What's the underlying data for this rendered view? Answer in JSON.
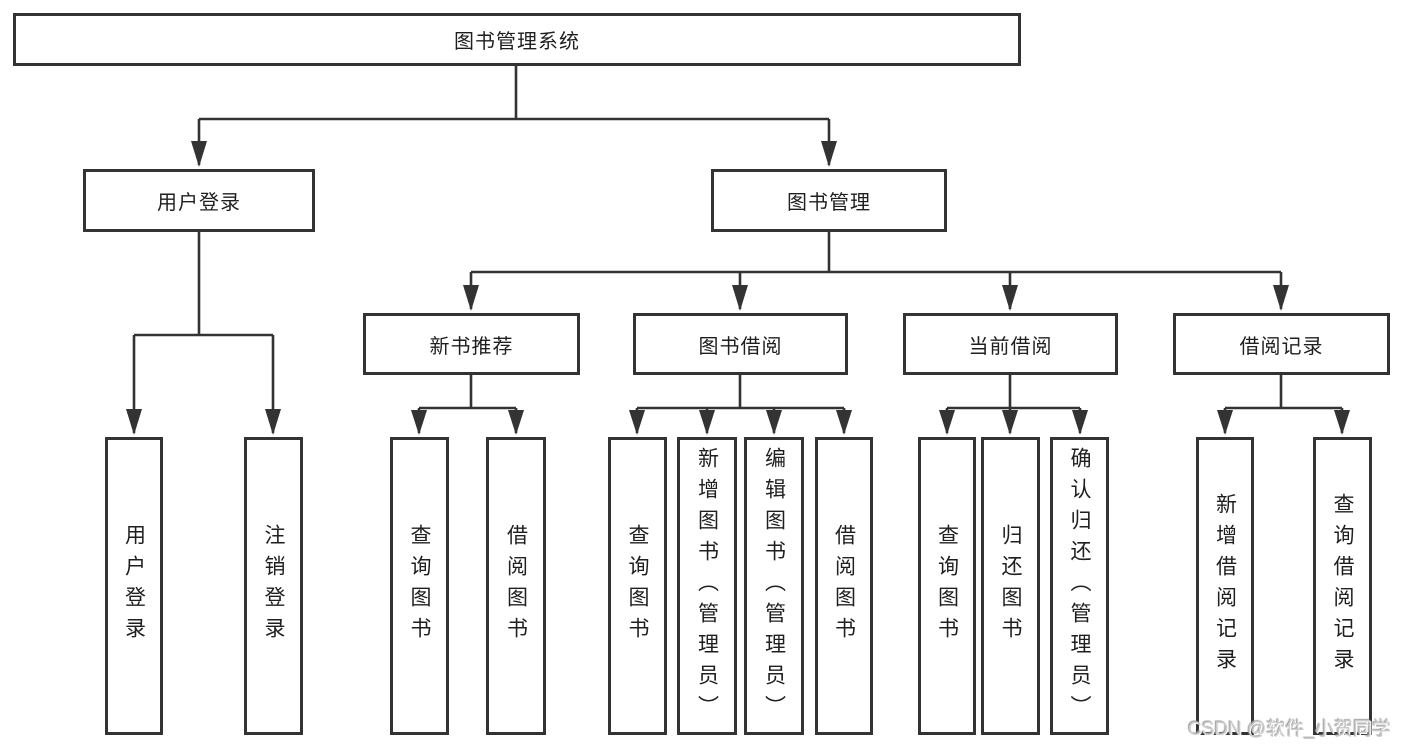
{
  "diagram": {
    "title": "图书管理系统",
    "colors": {
      "line": "#333333",
      "text": "#1f1f1f",
      "background": "#ffffff",
      "watermark_text": "#cccccc"
    },
    "root": {
      "label": "图书管理系统"
    },
    "branches": [
      {
        "label": "用户登录",
        "children": [
          {
            "label": "用户登录"
          },
          {
            "label": "注销登录"
          }
        ]
      },
      {
        "label": "图书管理",
        "groups": [
          {
            "label": "新书推荐",
            "children": [
              {
                "label": "查询图书"
              },
              {
                "label": "借阅图书"
              }
            ]
          },
          {
            "label": "图书借阅",
            "children": [
              {
                "label": "查询图书"
              },
              {
                "label": "新增图书（管理员）"
              },
              {
                "label": "编辑图书（管理员）"
              },
              {
                "label": "借阅图书"
              }
            ]
          },
          {
            "label": "当前借阅",
            "children": [
              {
                "label": "查询图书"
              },
              {
                "label": "归还图书"
              },
              {
                "label": "确认归还（管理员）"
              }
            ]
          },
          {
            "label": "借阅记录",
            "children": [
              {
                "label": "新增借阅记录"
              },
              {
                "label": "查询借阅记录"
              }
            ]
          }
        ]
      }
    ],
    "watermark": "CSDN @软件_小贺同学"
  }
}
